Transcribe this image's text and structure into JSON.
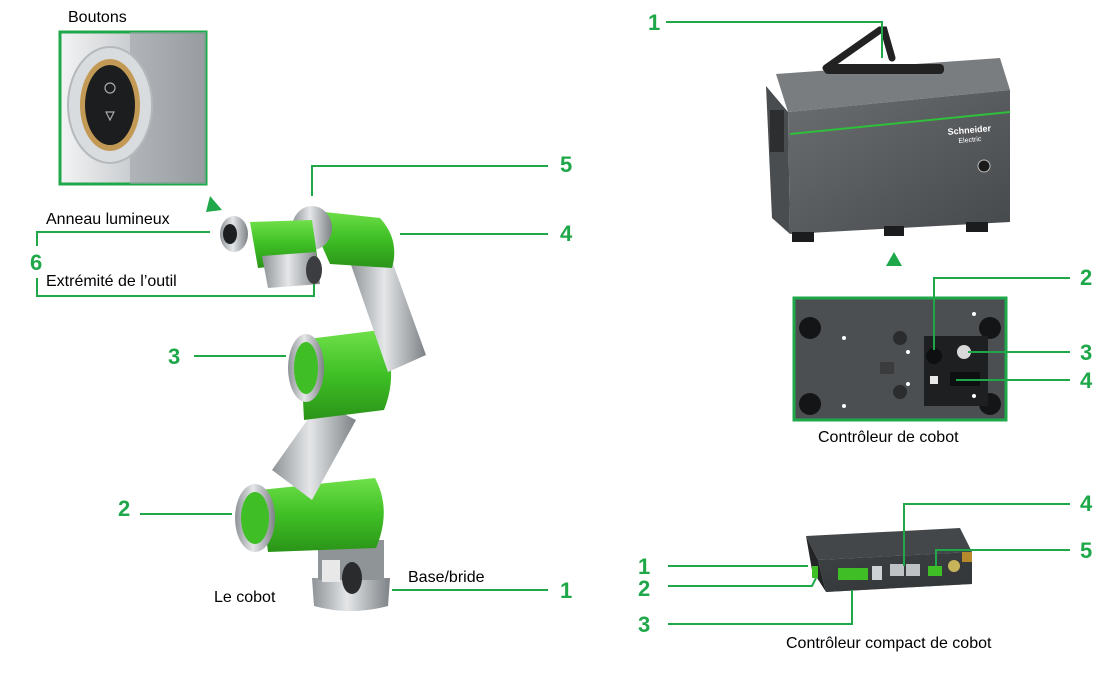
{
  "colors": {
    "callout_green": "#1fa84a",
    "cobot_green": "#45c82a",
    "cobot_silver": "#b8bcc0",
    "controller_gray": "#5a5d60",
    "compact_dark": "#2b2d2f"
  },
  "cobot": {
    "caption": "Le cobot",
    "labels": {
      "buttons": "Boutons",
      "light_ring": "Anneau lumineux",
      "tool_end": "Extrémité de l’outil",
      "base": "Base/bride"
    },
    "callouts": {
      "c1": "1",
      "c2": "2",
      "c3": "3",
      "c4": "4",
      "c5": "5",
      "c6": "6"
    }
  },
  "controller": {
    "caption": "Contrôleur de cobot",
    "brand": "Schneider",
    "brand_sub": "Electric",
    "callouts": {
      "c1": "1",
      "c2": "2",
      "c3": "3",
      "c4": "4"
    }
  },
  "compact_controller": {
    "caption": "Contrôleur compact de cobot",
    "callouts": {
      "c1": "1",
      "c2": "2",
      "c3": "3",
      "c4": "4",
      "c5": "5"
    }
  }
}
